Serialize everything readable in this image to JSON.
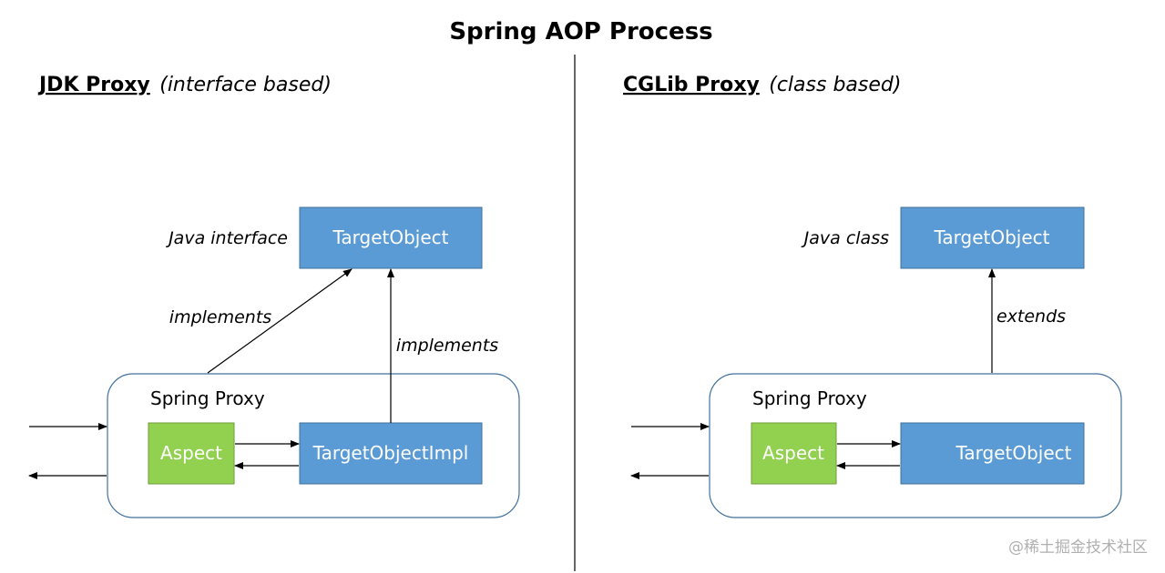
{
  "title": "Spring AOP Process",
  "colors": {
    "blue_box": "#5b9bd5",
    "blue_border": "#41719c",
    "green_box": "#92d050",
    "green_border": "#6f9e3a",
    "proxy_border": "#41719c",
    "divider": "#333333"
  },
  "left": {
    "heading_name": "JDK Proxy",
    "heading_qualifier": "(interface based)",
    "type_label": "Java interface",
    "target_box": "TargetObject",
    "edge_label_diagonal": "implements",
    "edge_label_vertical": "implements",
    "proxy_label": "Spring Proxy",
    "aspect_box": "Aspect",
    "impl_box": "TargetObjectImpl"
  },
  "right": {
    "heading_name": "CGLib Proxy",
    "heading_qualifier": "(class based)",
    "type_label": "Java class",
    "target_box": "TargetObject",
    "edge_label_vertical": "extends",
    "proxy_label": "Spring Proxy",
    "aspect_box": "Aspect",
    "impl_box": "TargetObject"
  },
  "watermark": "@稀土掘金技术社区"
}
